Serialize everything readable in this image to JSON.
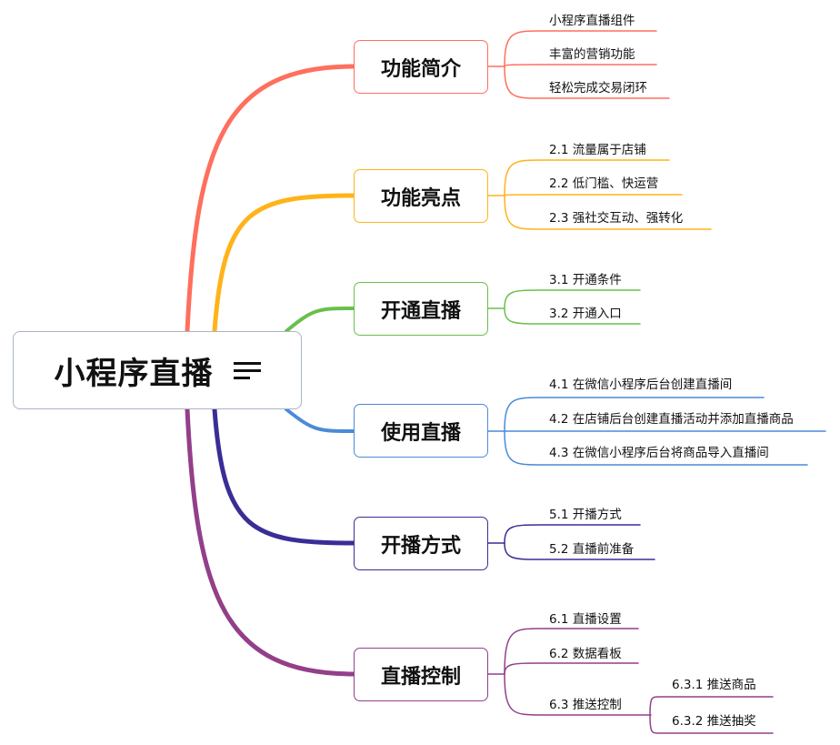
{
  "root": {
    "label": "小程序直播",
    "icon": "notes-icon"
  },
  "branches": [
    {
      "label": "功能简介",
      "color": "#ff6f5e",
      "children": [
        {
          "label": "小程序直播组件"
        },
        {
          "label": "丰富的营销功能"
        },
        {
          "label": "轻松完成交易闭环"
        }
      ]
    },
    {
      "label": "功能亮点",
      "color": "#ffb31a",
      "children": [
        {
          "label": "2.1 流量属于店铺"
        },
        {
          "label": "2.2 低门槛、快运营"
        },
        {
          "label": "2.3 强社交互动、强转化"
        }
      ]
    },
    {
      "label": "开通直播",
      "color": "#6abf4b",
      "children": [
        {
          "label": "3.1 开通条件"
        },
        {
          "label": "3.2 开通入口"
        }
      ]
    },
    {
      "label": "使用直播",
      "color": "#4a8ad8",
      "children": [
        {
          "label": "4.1 在微信小程序后台创建直播间"
        },
        {
          "label": "4.2 在店铺后台创建直播活动并添加直播商品"
        },
        {
          "label": "4.3 在微信小程序后台将商品导入直播间"
        }
      ]
    },
    {
      "label": "开播方式",
      "color": "#3a2d96",
      "children": [
        {
          "label": "5.1 开播方式"
        },
        {
          "label": "5.2 直播前准备"
        }
      ]
    },
    {
      "label": "直播控制",
      "color": "#933f8a",
      "children": [
        {
          "label": "6.1 直播设置"
        },
        {
          "label": "6.2 数据看板"
        },
        {
          "label": "6.3 推送控制",
          "children": [
            {
              "label": "6.3.1 推送商品"
            },
            {
              "label": "6.3.2 推送抽奖"
            }
          ]
        }
      ]
    }
  ]
}
